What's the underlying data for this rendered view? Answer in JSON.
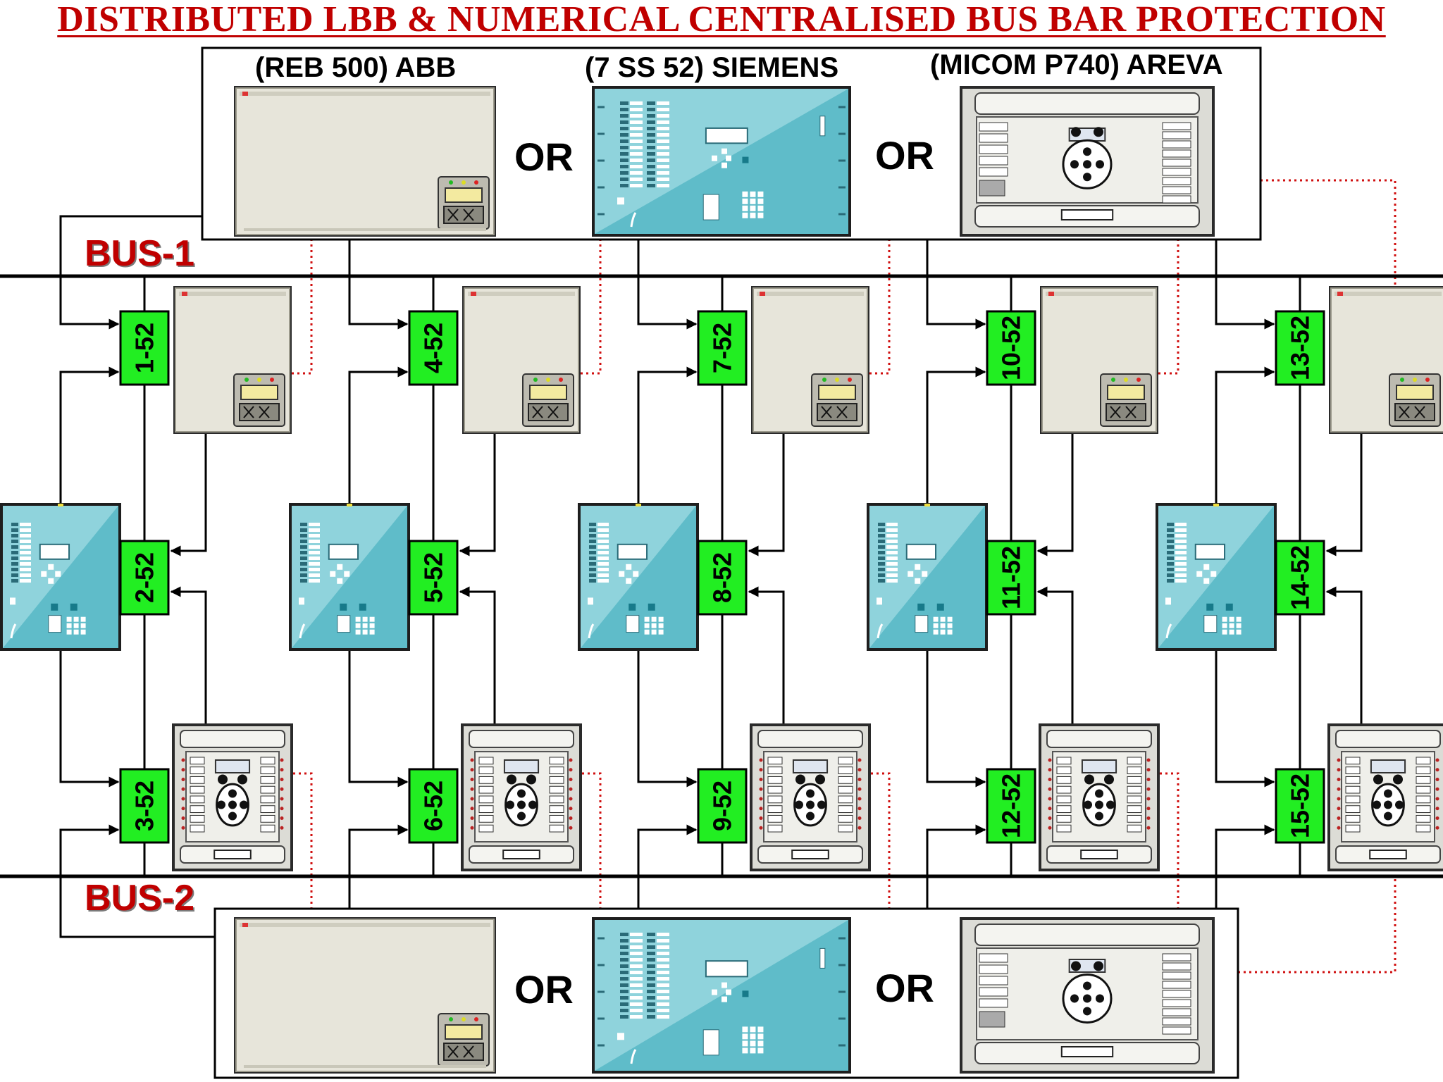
{
  "title": "DISTRIBUTED LBB & NUMERICAL CENTRALISED BUS BAR PROTECTION",
  "buses": {
    "bus1": "BUS-1",
    "bus2": "BUS-2"
  },
  "central_options": {
    "abb": "(REB 500) ABB",
    "siemens": "(7 SS 52) SIEMENS",
    "areva": "(MICOM P740) AREVA",
    "or_word": "OR"
  },
  "breakers": [
    "1-52",
    "2-52",
    "3-52",
    "4-52",
    "5-52",
    "6-52",
    "7-52",
    "8-52",
    "9-52",
    "10-52",
    "11-52",
    "12-52",
    "13-52",
    "14-52",
    "15-52"
  ],
  "colors": {
    "title": "#c00000",
    "bus_label": "#c00000",
    "breaker_fill": "#22ee22",
    "siemens_teal": "#5fbcc9",
    "relay_gray": "#e7e5da",
    "dotted_link": "#d01010"
  }
}
